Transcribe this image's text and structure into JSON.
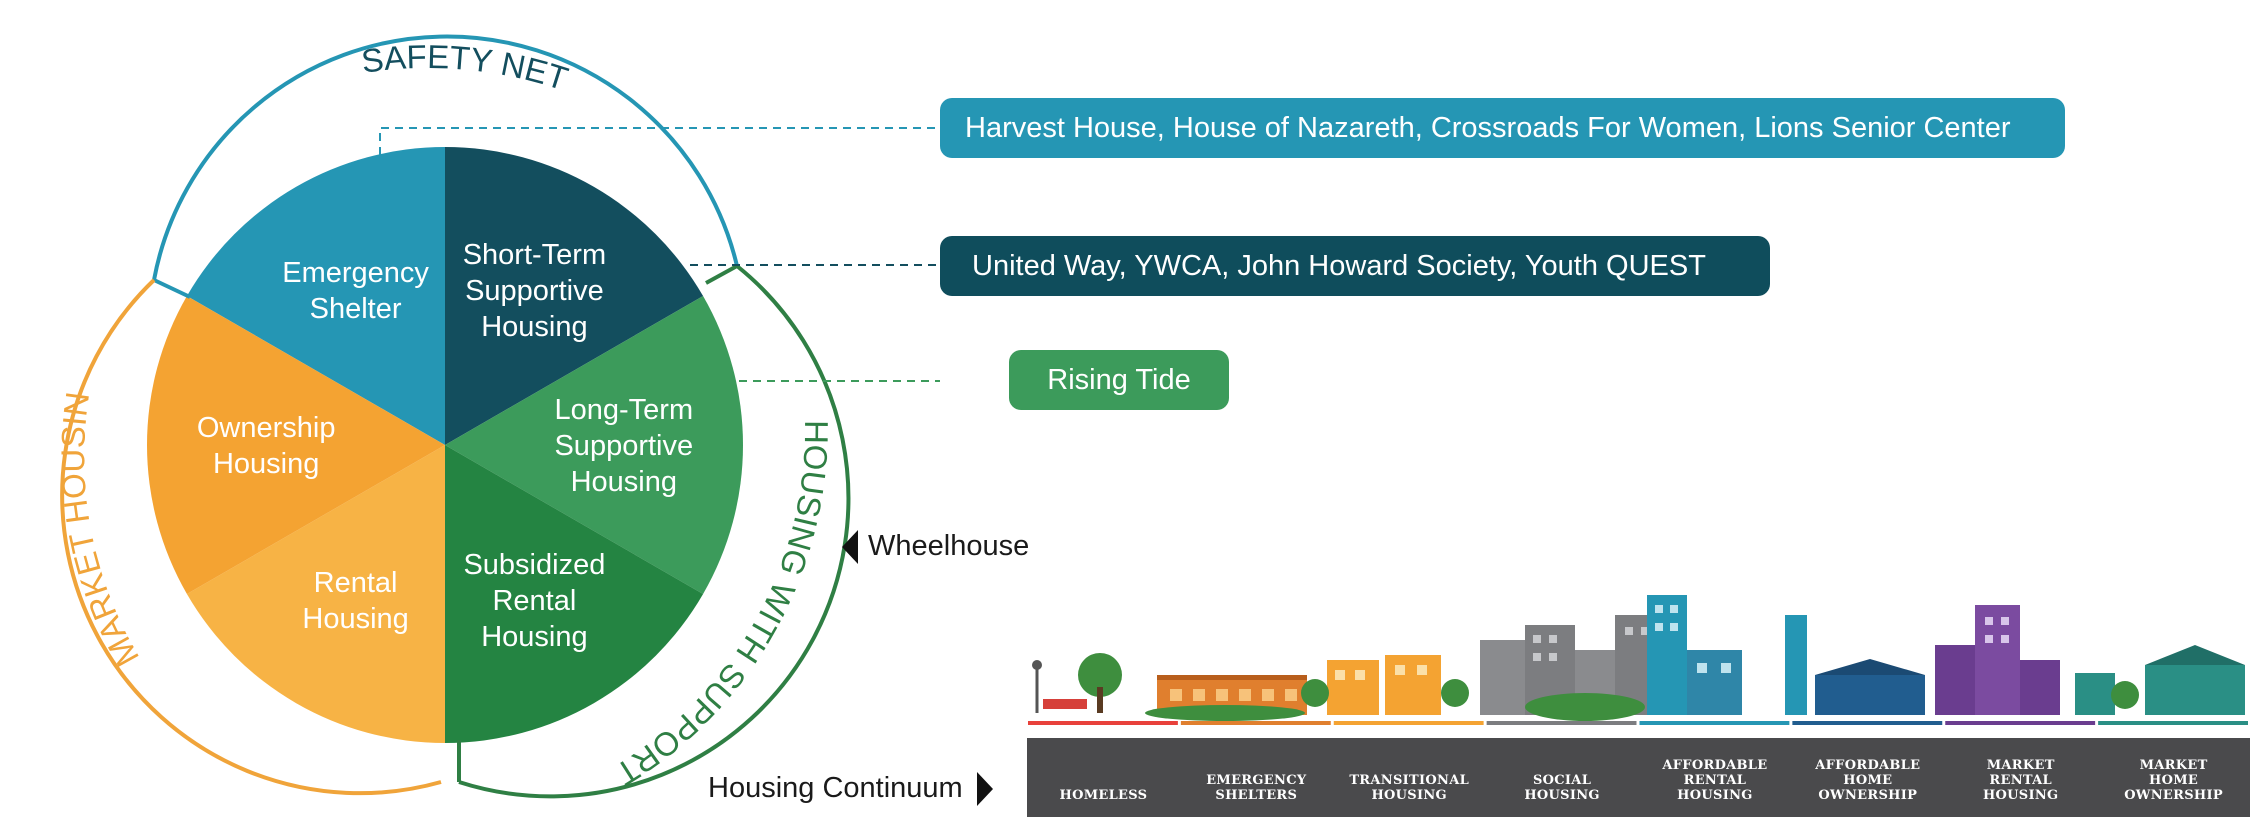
{
  "wheel": {
    "segments": [
      {
        "id": "emergency-shelter",
        "label_lines": [
          "Emergency",
          "Shelter"
        ],
        "color": "#2596b4"
      },
      {
        "id": "short-term-supportive-housing",
        "label_lines": [
          "Short-Term",
          "Supportive",
          "Housing"
        ],
        "color": "#134e5e"
      },
      {
        "id": "long-term-supportive-housing",
        "label_lines": [
          "Long-Term",
          "Supportive",
          "Housing"
        ],
        "color": "#3c9b5b"
      },
      {
        "id": "subsidized-rental-housing",
        "label_lines": [
          "Subsidized",
          "Rental",
          "Housing"
        ],
        "color": "#248442"
      },
      {
        "id": "rental-housing",
        "label_lines": [
          "Rental",
          "Housing"
        ],
        "color": "#f7b345"
      },
      {
        "id": "ownership-housing",
        "label_lines": [
          "Ownership",
          "Housing"
        ],
        "color": "#f4a332"
      }
    ],
    "outer_arcs": [
      {
        "id": "safety-net",
        "label": "SAFETY NET",
        "color": "#2596b4"
      },
      {
        "id": "housing-with-supports",
        "label": "HOUSING WITH SUPPORTS",
        "color": "#2f7f44"
      },
      {
        "id": "market-housing",
        "label": "MARKET HOUSING",
        "color": "#f0a43a"
      }
    ]
  },
  "callouts": {
    "safety_net": "Harvest House, House of Nazareth, Crossroads For Women, Lions Senior Center",
    "short_term": "United Way, YWCA, John Howard Society, Youth QUEST",
    "long_term": "Rising Tide"
  },
  "labels": {
    "wheelhouse": "Wheelhouse",
    "housing_continuum": "Housing Continuum"
  },
  "continuum": {
    "stages": [
      {
        "label": "HOMELESS",
        "color": "#e8413b"
      },
      {
        "label": "EMERGENCY\nSHELTERS",
        "color": "#e07f2e"
      },
      {
        "label": "TRANSITIONAL\nHOUSING",
        "color": "#f4a332"
      },
      {
        "label": "SOCIAL\nHOUSING",
        "color": "#7c7d80"
      },
      {
        "label": "AFFORDABLE\nRENTAL\nHOUSING",
        "color": "#2596b4"
      },
      {
        "label": "AFFORDABLE\nHOME\nOWNERSHIP",
        "color": "#215d8f"
      },
      {
        "label": "MARKET\nRENTAL\nHOUSING",
        "color": "#6a3d8f"
      },
      {
        "label": "MARKET\nHOME\nOWNERSHIP",
        "color": "#2a8f85"
      }
    ]
  }
}
